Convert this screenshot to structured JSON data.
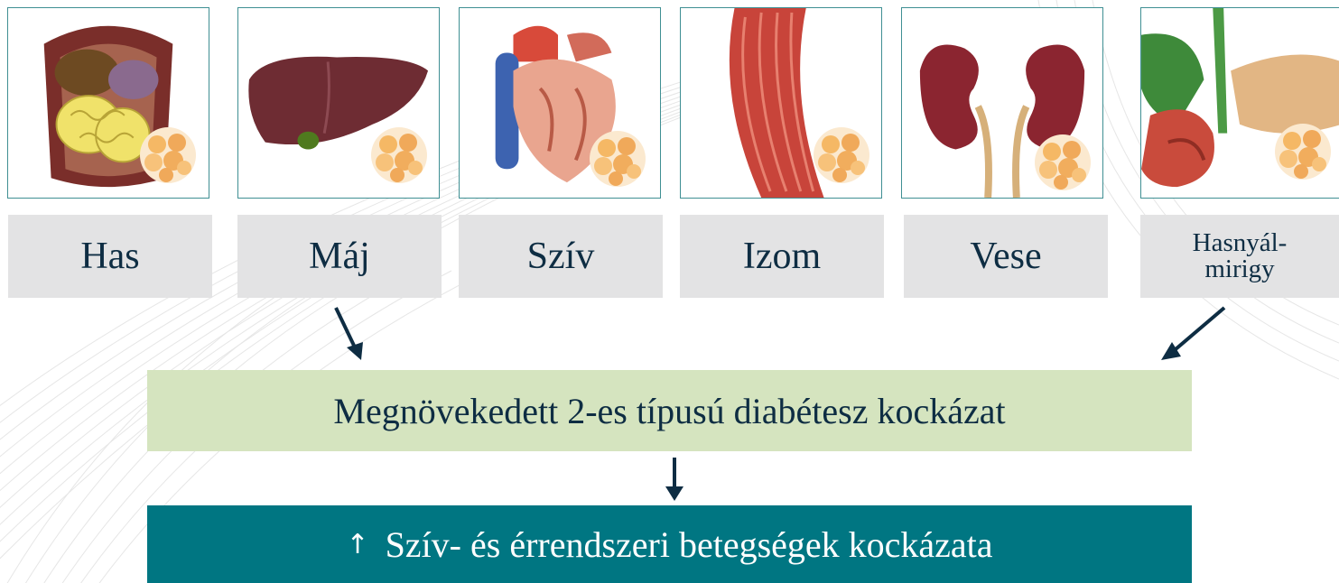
{
  "organs": [
    {
      "label": "Has",
      "icon": "abdomen-organs-icon"
    },
    {
      "label": "Máj",
      "icon": "liver-icon"
    },
    {
      "label": "Szív",
      "icon": "heart-icon"
    },
    {
      "label": "Izom",
      "icon": "muscle-icon"
    },
    {
      "label": "Vese",
      "icon": "kidneys-icon"
    },
    {
      "label_line1": "Hasnyál-",
      "label_line2": "mirigy",
      "icon": "pancreas-icon"
    }
  ],
  "fat_cells_icon": "fat-cells-icon",
  "risk_box": {
    "text": "Megnövekedett 2-es típusú diabétesz kockázat"
  },
  "cvd_box": {
    "arrow": "↑",
    "text": "Szív- és érrendszeri betegségek kockázata"
  },
  "colors": {
    "card_border": "#3f8f93",
    "label_bg": "#e3e3e4",
    "text_dark": "#0e2d43",
    "risk_bg": "#d5e4bf",
    "cvd_bg": "#007682"
  }
}
